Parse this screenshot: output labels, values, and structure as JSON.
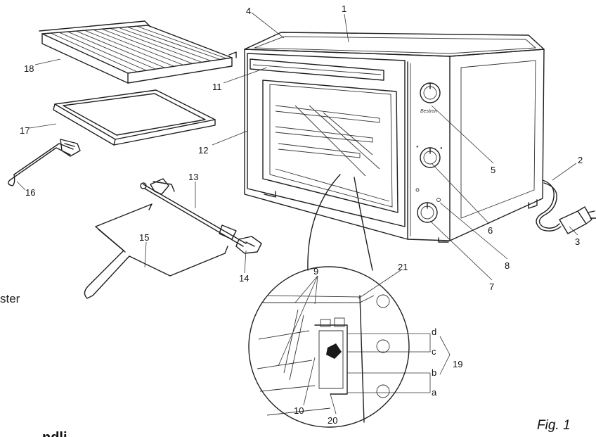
{
  "figure": {
    "caption": "Fig. 1",
    "side_text": "ster",
    "bottom_text": "ndli",
    "callouts": {
      "c1": "1",
      "c2": "2",
      "c3": "3",
      "c4": "4",
      "c5": "5",
      "c6": "6",
      "c7": "7",
      "c8": "8",
      "c9": "9",
      "c10": "10",
      "c11": "11",
      "c12": "12",
      "c13": "13",
      "c14": "14",
      "c15": "15",
      "c16": "16",
      "c17": "17",
      "c18": "18",
      "c19": "19",
      "c20": "20",
      "c21": "21",
      "a": "a",
      "b": "b",
      "c": "c",
      "d": "d"
    },
    "brand_mark": "Bestron"
  }
}
